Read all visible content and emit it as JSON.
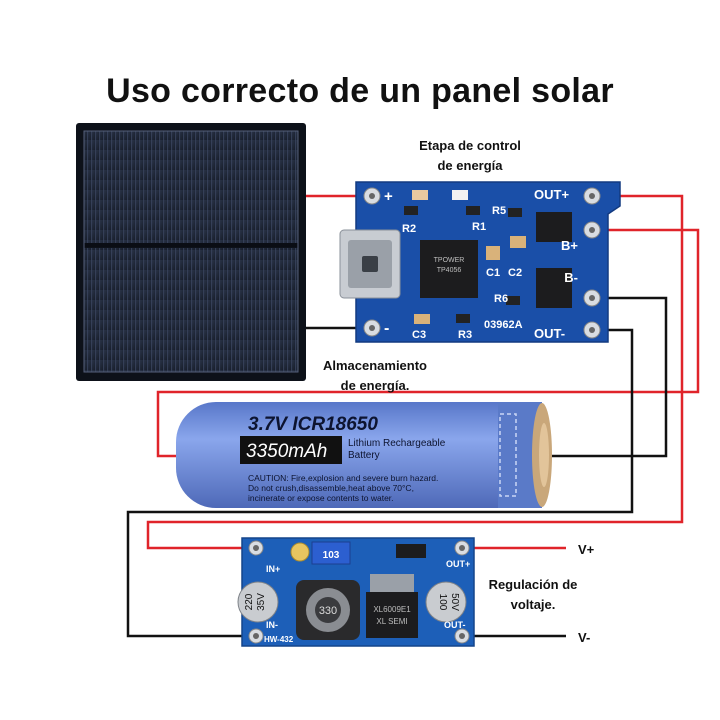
{
  "title": "Uso correcto de un panel solar",
  "labels": {
    "control_line1": "Etapa de control",
    "control_line2": "de energía",
    "storage_line1": "Almacenamiento",
    "storage_line2": "de energía.",
    "regulation_line1": "Regulación de",
    "regulation_line2": "voltaje.",
    "v_plus": "V+",
    "v_minus": "V-"
  },
  "charger_board": {
    "out_plus": "OUT+",
    "plus": "+",
    "b_plus": "B+",
    "b_minus": "B-",
    "minus": "-",
    "out_minus": "OUT-",
    "r2": "R2",
    "r1": "R1",
    "r5": "R5",
    "r6": "R6",
    "r3": "R3",
    "c1": "C1",
    "c2": "C2",
    "c3": "C3",
    "code": "03962A",
    "chip_line1": "TPOWER",
    "chip_line2": "TP4056"
  },
  "battery": {
    "model": "3.7V  ICR18650",
    "capacity": "3350mAh",
    "type_line1": "Lithium Rechargeable",
    "type_line2": "Battery",
    "caution_line1": "CAUTION: Fire,explosion and severe burn hazard.",
    "caution_line2": "Do not crush,disassemble,heat above 70°C,",
    "caution_line3": "incinerate or expose contents to water."
  },
  "regulator_board": {
    "in_plus": "IN+",
    "out_plus": "OUT+",
    "in_minus": "IN-",
    "out_minus": "OUT-",
    "pot_value": "103",
    "model": "HW-432",
    "cap_left_line1": "220",
    "cap_left_line2": "35V",
    "cap_right_line1": "100",
    "cap_right_line2": "50V",
    "inductor": "330",
    "ic_line1": "XL6009E1",
    "ic_line2": "XL SEMI"
  },
  "colors": {
    "wire_positive": "#e0242a",
    "wire_negative": "#111111",
    "pcb_blue": "#1a4fa8",
    "panel_dark": "#1b2333",
    "battery_blue": "#6f8fd8"
  }
}
